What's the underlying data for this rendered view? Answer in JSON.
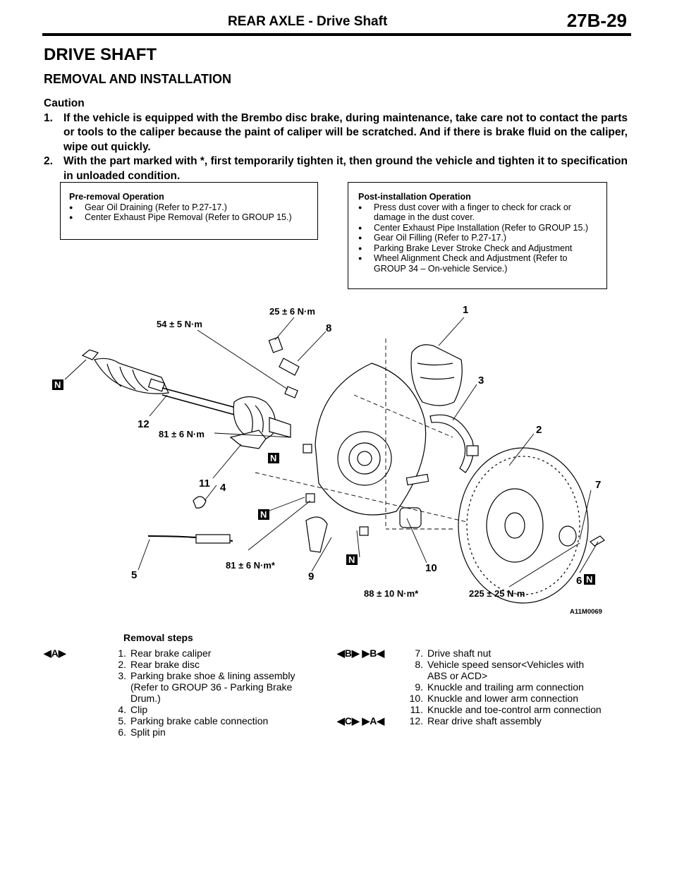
{
  "header": {
    "title": "REAR AXLE - Drive Shaft",
    "page": "27B-29"
  },
  "heading": "DRIVE SHAFT",
  "subheading": "REMOVAL AND INSTALLATION",
  "caution": {
    "title": "Caution",
    "items": [
      {
        "num": "1.",
        "text": "If the vehicle is equipped with the Brembo disc brake, during maintenance, take care not to contact the parts or tools to the caliper because the paint of caliper will be scratched. And if there is brake fluid on the caliper, wipe out quickly."
      },
      {
        "num": "2.",
        "text": "With the part marked with *, first temporarily tighten it, then ground the vehicle and tighten it to specification in unloaded condition."
      }
    ]
  },
  "pre_removal": {
    "title": "Pre-removal Operation",
    "items": [
      "Gear Oil Draining (Refer to P.27-17.)",
      "Center Exhaust Pipe Removal (Refer to GROUP 15.)"
    ]
  },
  "post_installation": {
    "title": "Post-installation Operation",
    "items": [
      "Press dust cover with a finger to check for crack or damage in the dust cover.",
      "Center Exhaust Pipe Installation (Refer to GROUP 15.)",
      "Gear Oil Filling (Refer to P.27-17.)",
      "Parking Brake Lever Stroke Check and Adjustment",
      "Wheel Alignment Check and Adjustment (Refer to GROUP 34 – On-vehicle Service.)"
    ]
  },
  "bullet_glyph": "●",
  "diagram": {
    "torques": [
      "54 ± 5 N·m",
      "25 ± 6 N·m",
      "81 ± 6 N·m",
      "81 ± 6 N·m*",
      "88 ± 10 N·m*",
      "225 ± 25 N·m"
    ],
    "callouts": [
      "1",
      "2",
      "3",
      "4",
      "5",
      "6",
      "7",
      "8",
      "9",
      "10",
      "11",
      "12"
    ],
    "new_part_mark": "N",
    "figure_code": "A11M0069"
  },
  "removal": {
    "title": "Removal steps",
    "left": [
      {
        "mark": "◀A▶",
        "num": "1.",
        "text": "Rear brake caliper"
      },
      {
        "mark": "",
        "num": "2.",
        "text": "Rear brake disc"
      },
      {
        "mark": "",
        "num": "3.",
        "text": "Parking brake shoe & lining assembly (Refer to GROUP 36 - Parking Brake Drum.)"
      },
      {
        "mark": "",
        "num": "4.",
        "text": "Clip"
      },
      {
        "mark": "",
        "num": "5.",
        "text": "Parking brake cable connection"
      },
      {
        "mark": "",
        "num": "6.",
        "text": "Split pin"
      }
    ],
    "right": [
      {
        "mark": "◀B▶ ▶B◀",
        "num": "7.",
        "text": "Drive shaft nut"
      },
      {
        "mark": "",
        "num": "8.",
        "text": "Vehicle speed sensor<Vehicles with ABS or ACD>"
      },
      {
        "mark": "",
        "num": "9.",
        "text": "Knuckle and trailing arm connection"
      },
      {
        "mark": "",
        "num": "10.",
        "text": "Knuckle and lower arm connection"
      },
      {
        "mark": "",
        "num": "11.",
        "text": "Knuckle and toe-control arm connection"
      },
      {
        "mark": "◀C▶ ▶A◀",
        "num": "12.",
        "text": "Rear drive shaft assembly"
      }
    ]
  }
}
